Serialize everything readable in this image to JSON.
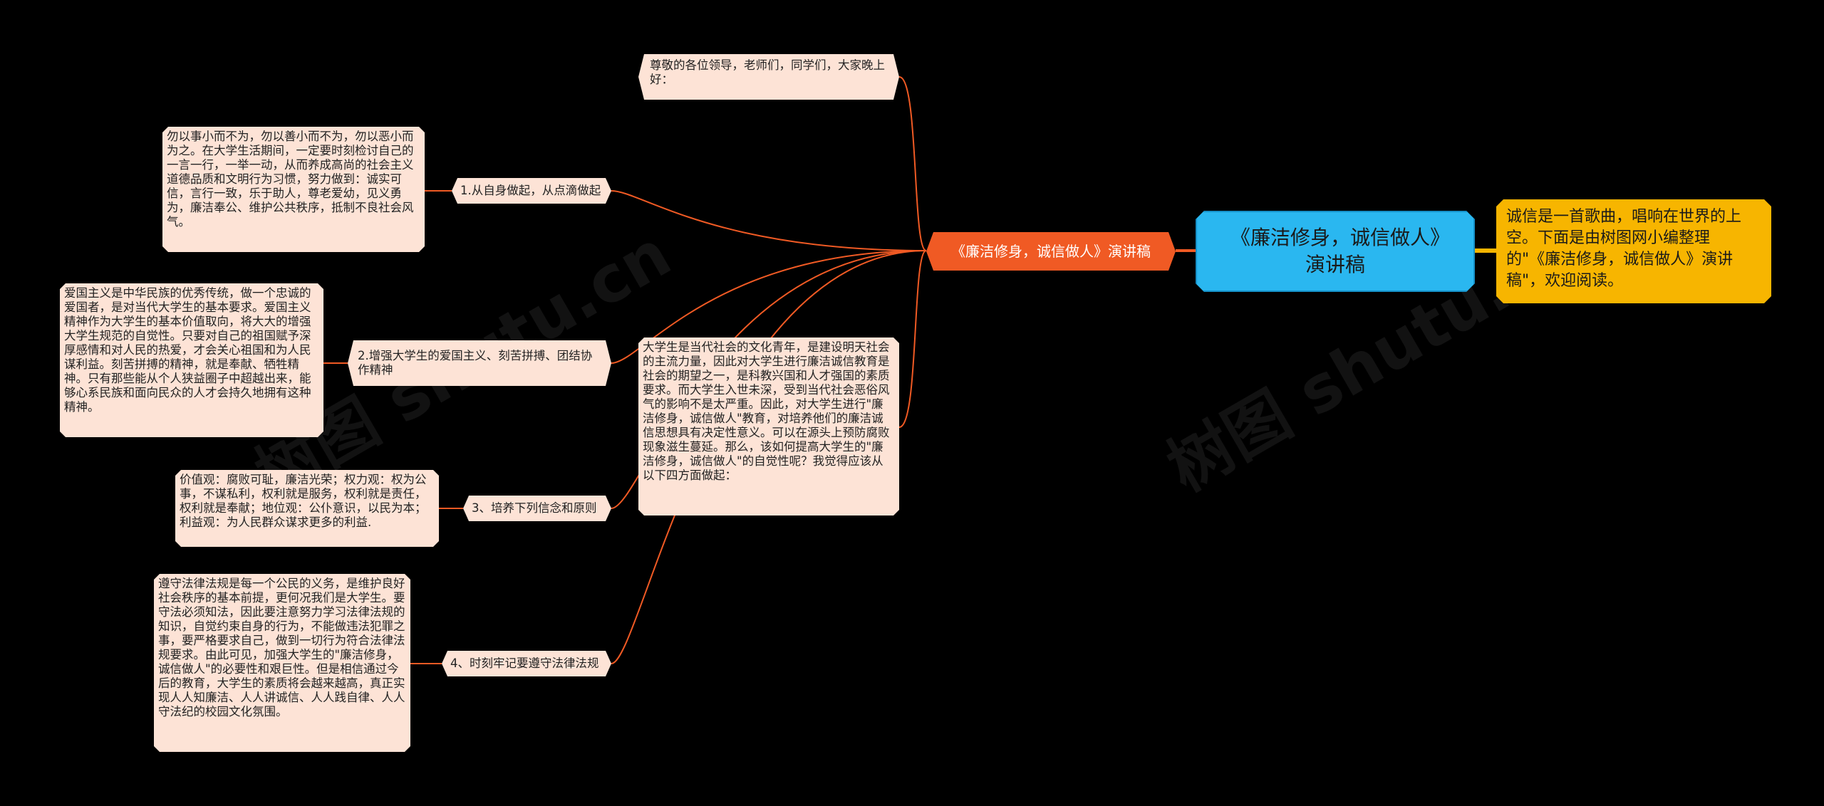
{
  "watermark": "树图 shutu.cn",
  "root": {
    "label": "《廉洁修身，诚信做人》演讲稿"
  },
  "summary": {
    "text": "诚信是一首歌曲，唱响在世界的上空。下面是由树图网小编整理的\"《廉洁修身，诚信做人》演讲稿\"，欢迎阅读。"
  },
  "main_branch": {
    "label": "《廉洁修身，诚信做人》演讲稿"
  },
  "greeting": {
    "text": "尊敬的各位领导，老师们，同学们，大家晚上好："
  },
  "intro": {
    "text": "大学生是当代社会的文化青年，是建设明天社会的主流力量，因此对大学生进行廉洁诚信教育是社会的期望之一，是科教兴国和人才强国的素质要求。而大学生入世未深，受到当代社会恶俗风气的影响不是太严重。因此，对大学生进行\"廉洁修身，诚信做人\"教育，对培养他们的廉洁诚信思想具有决定性意义。可以在源头上预防腐败现象滋生蔓延。那么，该如何提高大学生的\"廉洁修身，诚信做人\"的自觉性呢？我觉得应该从以下四方面做起："
  },
  "points": [
    {
      "label": "1.从自身做起，从点滴做起",
      "detail": "勿以事小而不为，勿以善小而不为，勿以恶小而为之。在大学生活期间，一定要时刻检讨自己的一言一行，一举一动，从而养成高尚的社会主义道德品质和文明行为习惯，努力做到：诚实可信，言行一致，乐于助人，尊老爱幼，见义勇为，廉洁奉公、维护公共秩序，抵制不良社会风气。"
    },
    {
      "label": "2.增强大学生的爱国主义、刻苦拼搏、团结协作精神",
      "detail": "爱国主义是中华民族的优秀传统，做一个忠诚的爱国者，是对当代大学生的基本要求。爱国主义精神作为大学生的基本价值取向，将大大的增强大学生规范的自觉性。只要对自己的祖国赋予深厚感情和对人民的热爱，才会关心祖国和为人民谋利益。刻苦拼搏的精神，就是奉献、牺牲精神。只有那些能从个人狭益圈子中超越出来，能够心系民族和面向民众的人才会持久地拥有这种精神。"
    },
    {
      "label": "3、培养下列信念和原则",
      "detail": "价值观：腐败可耻，廉洁光荣；权力观：权为公事，不谋私利，权利就是服务，权利就是责任，权利就是奉献；地位观：公仆意识，以民为本；利益观：为人民群众谋求更多的利益."
    },
    {
      "label": "4、时刻牢记要遵守法律法规",
      "detail": "遵守法律法规是每一个公民的义务，是维护良好社会秩序的基本前提，更何况我们是大学生。要守法必须知法，因此要注意努力学习法律法规的知识，自觉约束自身的行为，不能做违法犯罪之事，要严格要求自己，做到一切行为符合法律法规要求。由此可见，加强大学生的\"廉洁修身，诚信做人\"的必要性和艰巨性。但是相信通过今后的教育，大学生的素质将会越来越高，真正实现人人知廉洁、人人讲诚信、人人践自律、人人守法纪的校园文化氛围。"
    }
  ],
  "colors": {
    "root": "#2ab7f0",
    "branch": "#f05a24",
    "summary": "#f7b500",
    "leaf": "#fde3d6",
    "line": "#f05a24",
    "yellowline": "#f7b500"
  }
}
